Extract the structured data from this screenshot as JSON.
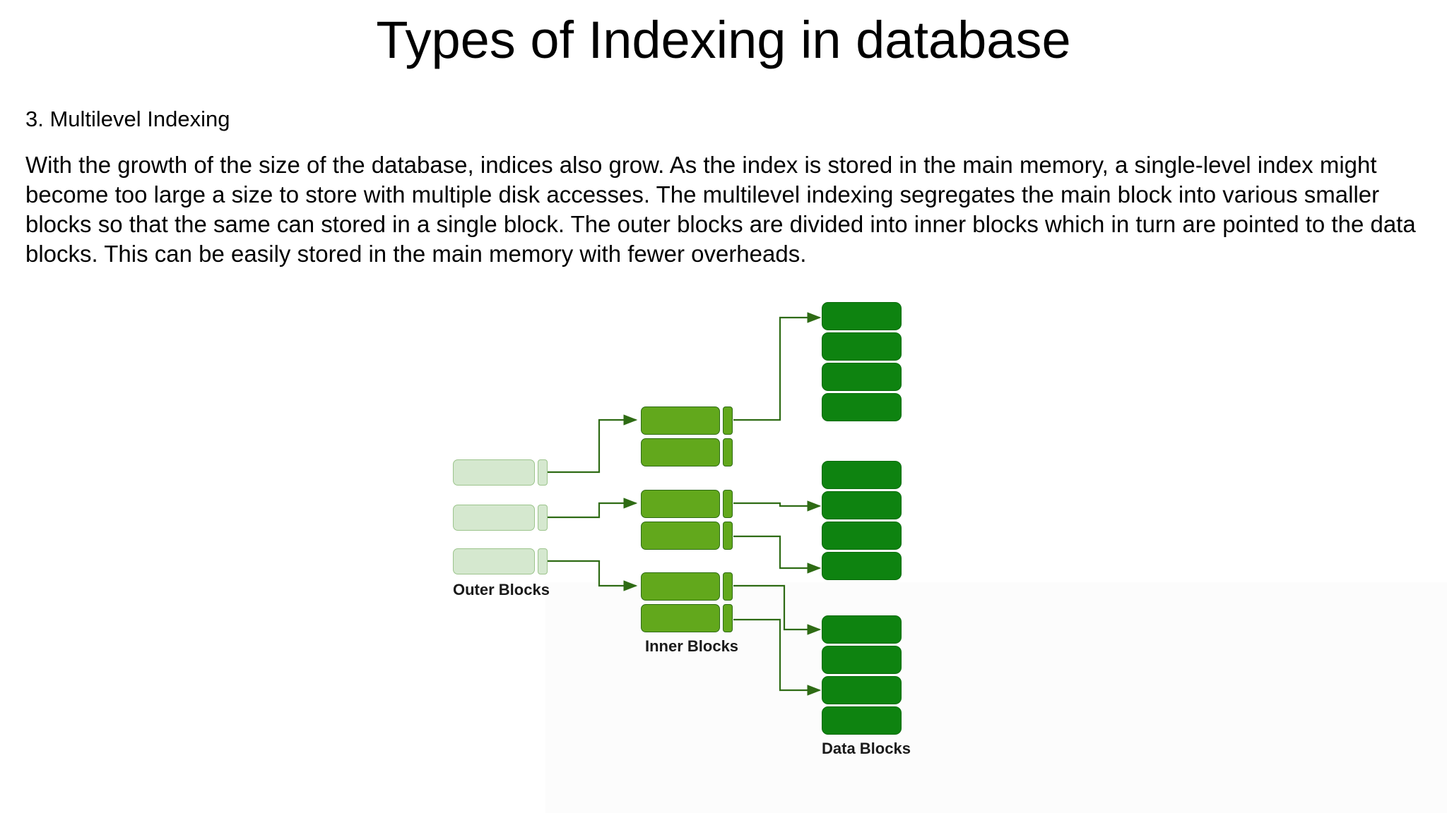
{
  "slide": {
    "title": "Types of Indexing in database",
    "subheading": "3. Multilevel Indexing",
    "paragraph": "With the growth of the size of the database, indices also grow. As the index is stored in the main memory, a single-level index might become too large a size to store with multiple disk accesses. The multilevel indexing segregates the main block into various smaller blocks so that the same can stored in a single block. The outer blocks are divided into inner blocks which in turn are pointed to the data blocks. This can be easily stored in the main memory with fewer overheads."
  },
  "diagram": {
    "labels": {
      "outer": "Outer Blocks",
      "inner": "Inner Blocks",
      "data": "Data Blocks"
    },
    "colors": {
      "outer_fill": "#d5e8cf",
      "outer_stroke": "#9cc48c",
      "inner_fill": "#62a81c",
      "inner_stroke": "#2e6b14",
      "data_fill": "#0e8310",
      "data_stroke": "#0a6a0c",
      "connector": "#2e6b14",
      "background": "#ffffff",
      "text": "#000000"
    },
    "counts": {
      "outer_blocks": 3,
      "inner_groups": 3,
      "inner_blocks_per_group": 2,
      "data_groups": 3,
      "data_blocks_per_group": 4
    }
  }
}
